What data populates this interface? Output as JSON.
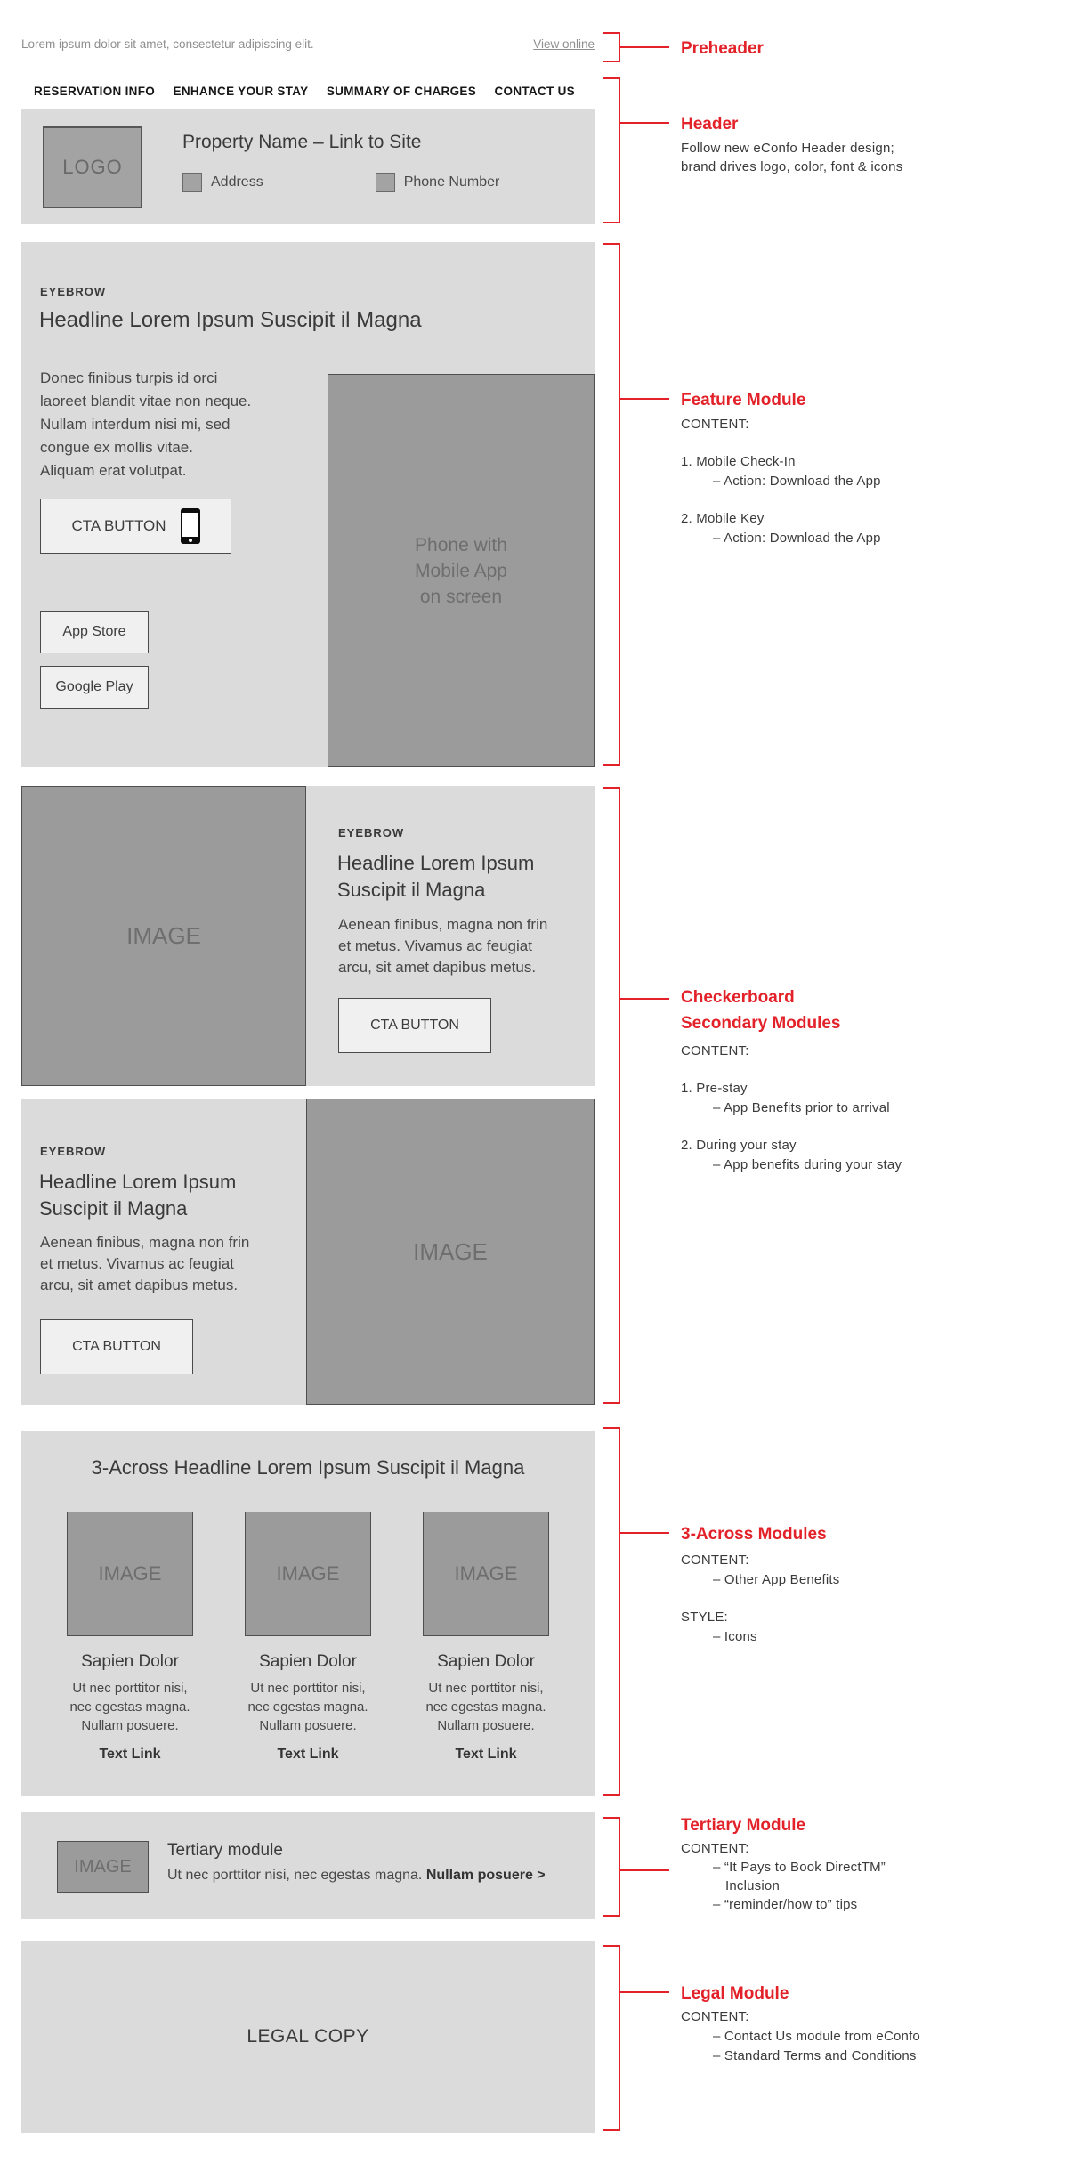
{
  "colors": {
    "accent_red": "#e32129",
    "module_bg": "#dbdbdb",
    "placeholder_bg": "#9b9b9b"
  },
  "preheader": {
    "text": "Lorem ipsum dolor sit amet, consectetur adipiscing elit.",
    "link_label": "View online"
  },
  "nav": {
    "items": [
      "RESERVATION INFO",
      "ENHANCE YOUR STAY",
      "SUMMARY OF CHARGES",
      "CONTACT US"
    ]
  },
  "header": {
    "logo_label": "LOGO",
    "title": "Property Name – Link to Site",
    "address_label": "Address",
    "phone_label": "Phone Number"
  },
  "feature": {
    "eyebrow": "EYEBROW",
    "headline": "Headline Lorem Ipsum Suscipit il Magna",
    "body_lines": [
      "Donec finibus turpis id orci",
      "laoreet blandit vitae non neque.",
      "Nullam interdum nisi mi, sed",
      "congue ex mollis vitae.",
      "Aliquam erat volutpat."
    ],
    "cta_label": "CTA BUTTON",
    "app_store_label": "App Store",
    "google_play_label": "Google Play",
    "image_caption_lines": [
      "Phone with",
      "Mobile App",
      "on screen"
    ]
  },
  "checkerboard": [
    {
      "image_label": "IMAGE",
      "eyebrow": "EYEBROW",
      "headline_lines": [
        "Headline Lorem Ipsum",
        "Suscipit il Magna"
      ],
      "body_lines": [
        "Aenean finibus, magna non frin",
        "et metus. Vivamus ac feugiat",
        "arcu, sit amet dapibus metus."
      ],
      "cta_label": "CTA BUTTON"
    },
    {
      "image_label": "IMAGE",
      "eyebrow": "EYEBROW",
      "headline_lines": [
        "Headline Lorem Ipsum",
        "Suscipit il Magna"
      ],
      "body_lines": [
        "Aenean finibus, magna non frin",
        "et metus. Vivamus ac feugiat",
        "arcu, sit amet dapibus metus."
      ],
      "cta_label": "CTA BUTTON"
    }
  ],
  "three_across": {
    "headline": "3-Across Headline Lorem Ipsum Suscipit il Magna",
    "columns": [
      {
        "image_label": "IMAGE",
        "title": "Sapien Dolor",
        "body_lines": [
          "Ut nec porttitor nisi,",
          "nec egestas magna.",
          "Nullam posuere."
        ],
        "link_label": "Text Link"
      },
      {
        "image_label": "IMAGE",
        "title": "Sapien Dolor",
        "body_lines": [
          "Ut nec porttitor nisi,",
          "nec egestas magna.",
          "Nullam posuere."
        ],
        "link_label": "Text Link"
      },
      {
        "image_label": "IMAGE",
        "title": "Sapien Dolor",
        "body_lines": [
          "Ut nec porttitor nisi,",
          "nec egestas magna.",
          "Nullam posuere."
        ],
        "link_label": "Text Link"
      }
    ]
  },
  "tertiary": {
    "image_label": "IMAGE",
    "title": "Tertiary module",
    "body_text": "Ut nec porttitor nisi, nec egestas magna. ",
    "link_label": "Nullam posuere >"
  },
  "legal": {
    "text": "LEGAL COPY"
  },
  "annotations": {
    "preheader": {
      "label": "Preheader"
    },
    "header": {
      "label": "Header",
      "lines": [
        "Follow new eConfo Header design;",
        "brand drives logo, color, font & icons"
      ]
    },
    "feature": {
      "label": "Feature Module",
      "content_heading": "CONTENT:",
      "item1": "1. Mobile Check-In",
      "item1_sub": "– Action: Download the App",
      "item2": "2. Mobile Key",
      "item2_sub": "– Action: Download the App"
    },
    "checkerboard": {
      "label_lines": [
        "Checkerboard",
        "Secondary Modules"
      ],
      "content_heading": "CONTENT:",
      "item1": "1. Pre-stay",
      "item1_sub": "– App Benefits prior to arrival",
      "item2": "2. During your stay",
      "item2_sub": "– App benefits during your stay"
    },
    "three_across": {
      "label": "3-Across Modules",
      "content_heading": "CONTENT:",
      "content_item": "– Other App Benefits",
      "style_heading": "STYLE:",
      "style_item": "– Icons"
    },
    "tertiary": {
      "label": "Tertiary Module",
      "content_heading": "CONTENT:",
      "item1": "– “It Pays to Book DirectTM”",
      "item1b": "Inclusion",
      "item2": "– “reminder/how to” tips"
    },
    "legal": {
      "label": "Legal Module",
      "content_heading": "CONTENT:",
      "item1": "– Contact Us module from eConfo",
      "item2": "– Standard Terms and Conditions"
    }
  }
}
